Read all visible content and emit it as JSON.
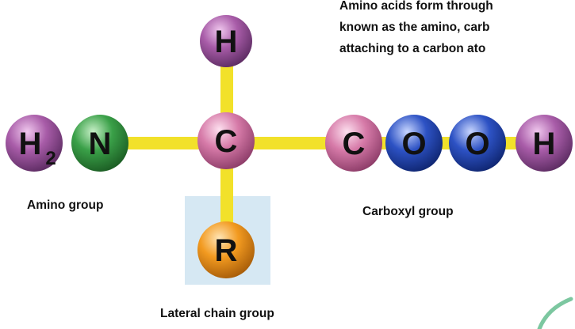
{
  "intro_lines": [
    "Amino acids form through",
    "known as the amino, carb",
    "attaching to a carbon ato"
  ],
  "atoms": {
    "top_h": "H",
    "h2": "H",
    "h2_subscript": "2",
    "n": "N",
    "c_center": "C",
    "c_carboxyl": "C",
    "o1": "O",
    "o2": "O",
    "h_end": "H",
    "r": "R"
  },
  "labels": {
    "amino": "Amino group",
    "carboxyl": "Carboxyl group",
    "lateral": "Lateral chain group"
  },
  "colors": {
    "bond": "#f2e12a",
    "hydrogen": "#9a4f9b",
    "nitrogen": "#2f9a3a",
    "carbon": "#cf6fa0",
    "oxygen": "#2246b8",
    "r_group": "#f09a1e",
    "highlight": "#d6e8f3"
  }
}
